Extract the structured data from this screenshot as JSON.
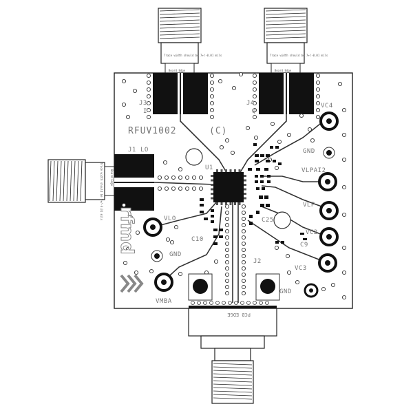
{
  "board": {
    "part_label": "RFUV1002",
    "rev_label": "(C)",
    "ic_ref": "U1",
    "logo_text": "rfmd",
    "board_edge_text": "Board Edge",
    "pcb_edge_text": "PCB EDGE",
    "trace_note": "Trace width should be 7+/-0.01 mils"
  },
  "connectors": {
    "j3": {
      "ref": "J3",
      "name": "I"
    },
    "j4": {
      "ref": "J4",
      "name": "Q"
    },
    "j1": {
      "ref": "J1",
      "name": "LO"
    },
    "j2": {
      "ref": "J2",
      "name": ""
    }
  },
  "pins_right": [
    {
      "label": "VC4"
    },
    {
      "label": "GND"
    },
    {
      "label": "VLPAI2"
    },
    {
      "label": "VLP"
    },
    {
      "label": "VC2"
    },
    {
      "label": "VC3"
    }
  ],
  "pins_left": [
    {
      "label": "VLO"
    },
    {
      "label": "GND"
    },
    {
      "label": "VMBA"
    }
  ],
  "bottom_labels": {
    "gnd": "GND"
  },
  "component_refs": [
    "C10",
    "C25",
    "C9"
  ],
  "colors": {
    "board_fill": "#ffffff",
    "copper_pad": "#111111",
    "outline": "#222222",
    "silkscreen": "#777777"
  }
}
